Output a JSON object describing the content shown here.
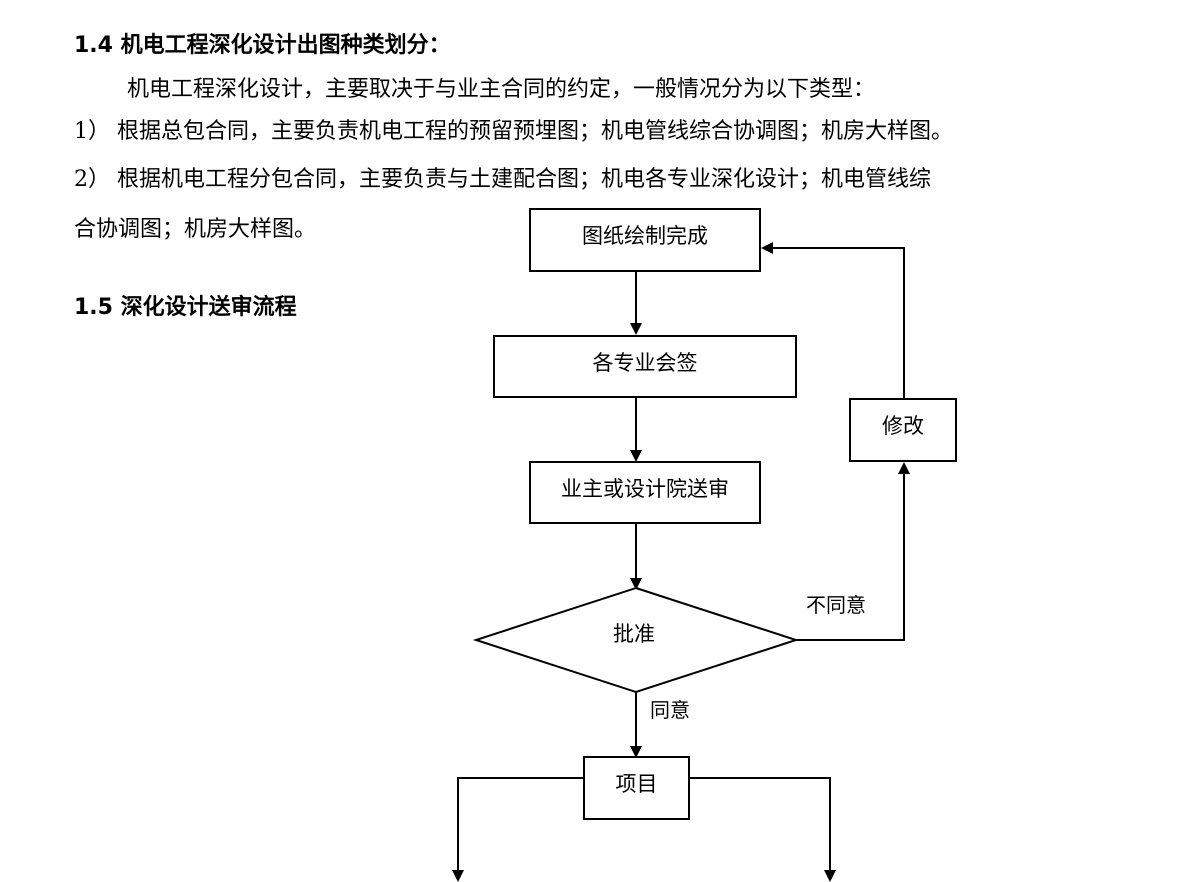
{
  "section_1_4": {
    "heading": "1.4  机电工程深化设计出图种类划分：",
    "intro": "机电工程深化设计，主要取决于与业主合同的约定，一般情况分为以下类型：",
    "item1": "1）  根据总包合同，主要负责机电工程的预留预埋图；机电管线综合协调图；机房大样图。",
    "item2_line1": "2）  根据机电工程分包合同，主要负责与土建配合图；机电各专业深化设计；机电管线综",
    "item2_line2": "合协调图；机房大样图。"
  },
  "section_1_5": {
    "heading": "1.5  深化设计送审流程"
  },
  "flowchart": {
    "step_drawing_complete": "图纸绘制完成",
    "step_countersign": "各专业会签",
    "step_submit_review": "业主或设计院送审",
    "decision_approve": "批准",
    "label_disagree": "不同意",
    "label_agree": "同意",
    "step_revise": "修改",
    "step_project": "项目"
  }
}
